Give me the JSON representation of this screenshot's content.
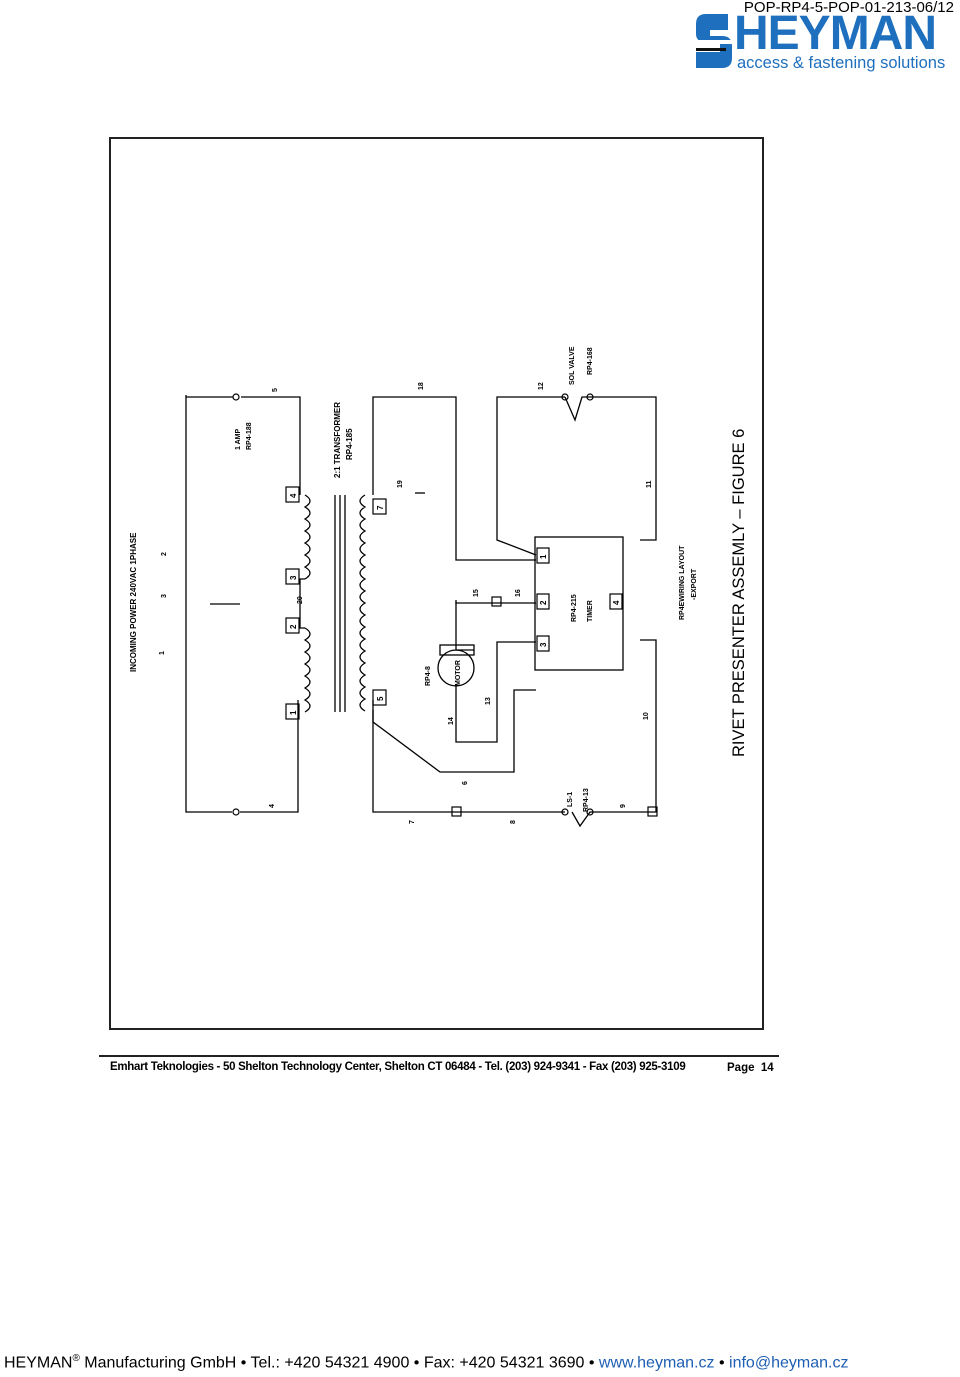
{
  "header": {
    "doc_code": "POP-RP4-5-POP-01-213-06/12",
    "brand": "HEYMAN",
    "tagline": "access & fastening solutions",
    "brand_color": "#1e6fbd"
  },
  "diagram": {
    "title": "RIVET PRESENTER ASSEMLY – FIGURE 6",
    "incoming": "INCOMING POWER 240VAC 1PHASE",
    "fuse": "1 AMP",
    "fuse_part": "RP4-188",
    "transformer": "2:1 TRANSFORMER",
    "transformer_part": "RP4-185",
    "sol_valve": "SOL VALVE",
    "sol_part": "RP4-168",
    "motor": "MOTOR",
    "motor_part": "RP4-8",
    "timer": "TIMER",
    "timer_part": "RP4-215",
    "limit_switch": "LS-1",
    "limit_part": "RP4-13",
    "layout_note_1": "RP4EWIRING LAYOUT",
    "layout_note_2": "-EXPORT",
    "wires": [
      "1",
      "2",
      "3",
      "4",
      "5",
      "6",
      "7",
      "8",
      "9",
      "10",
      "11",
      "12",
      "13",
      "14",
      "15",
      "16",
      "18",
      "19",
      "20"
    ],
    "terminals": [
      "1",
      "2",
      "3",
      "4",
      "5",
      "7"
    ],
    "timer_terminals": [
      "1",
      "2",
      "3",
      "4"
    ]
  },
  "footer": {
    "address": "Emhart Teknologies - 50 Shelton Technology Center, Shelton CT 06484 - Tel. (203) 924-9341 - Fax (203) 925-3109",
    "page_label": "Page",
    "page_number": "14"
  },
  "contact": {
    "company": "HEYMAN",
    "reg": "®",
    "company_rest": "Manufacturing GmbH • Tel.: +420 54321 4900 • Fax: +420 54321 3690 •",
    "website": "www.heyman.cz",
    "sep": "•",
    "email": "info@heyman.cz",
    "link_color": "#1e5fb3"
  }
}
